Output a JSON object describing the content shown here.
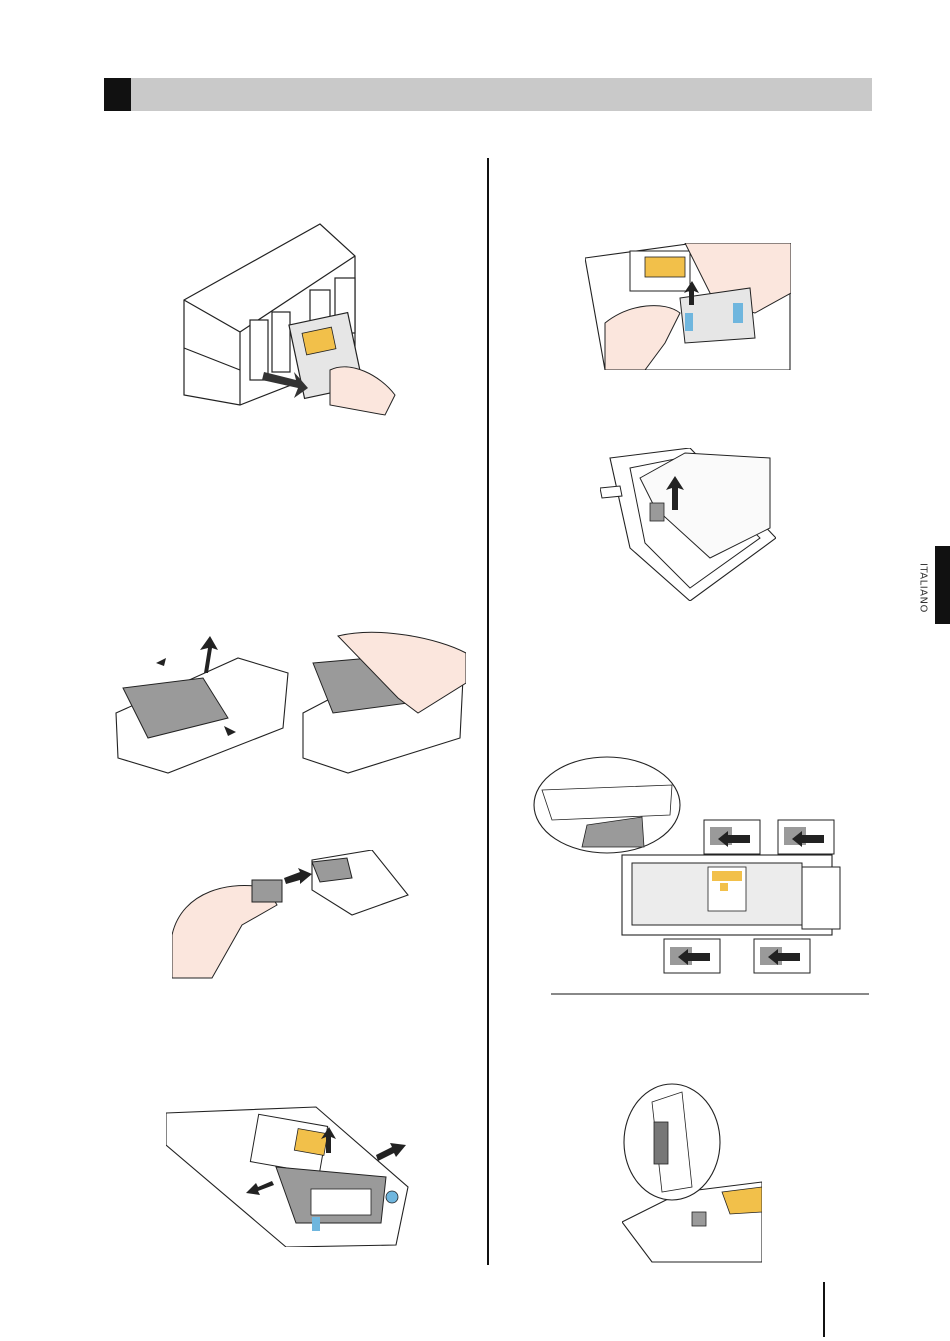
{
  "side_tab": {
    "language": "ITALIANO"
  },
  "colors": {
    "header_bar": "#c9c9c9",
    "skin": "#fbe6dd",
    "label_yellow": "#f2c04a",
    "label_blue": "#6fb6de",
    "gray_part": "#9a9a9a",
    "line": "#222222"
  },
  "figures": [
    {
      "name": "cartridge-removal",
      "icon": "printer-cartridge-illustration"
    },
    {
      "name": "tray-cover-removal",
      "icon": "tray-cover-illustration"
    },
    {
      "name": "clip-removal",
      "icon": "hand-clip-illustration"
    },
    {
      "name": "tray-opening",
      "icon": "tray-open-illustration"
    },
    {
      "name": "ink-bag-lift",
      "icon": "hand-bag-illustration"
    },
    {
      "name": "ink-bag-tray",
      "icon": "bag-tray-illustration"
    },
    {
      "name": "bag-alignment",
      "icon": "bag-alignment-illustration"
    },
    {
      "name": "chip-detail",
      "icon": "chip-detail-illustration"
    }
  ]
}
